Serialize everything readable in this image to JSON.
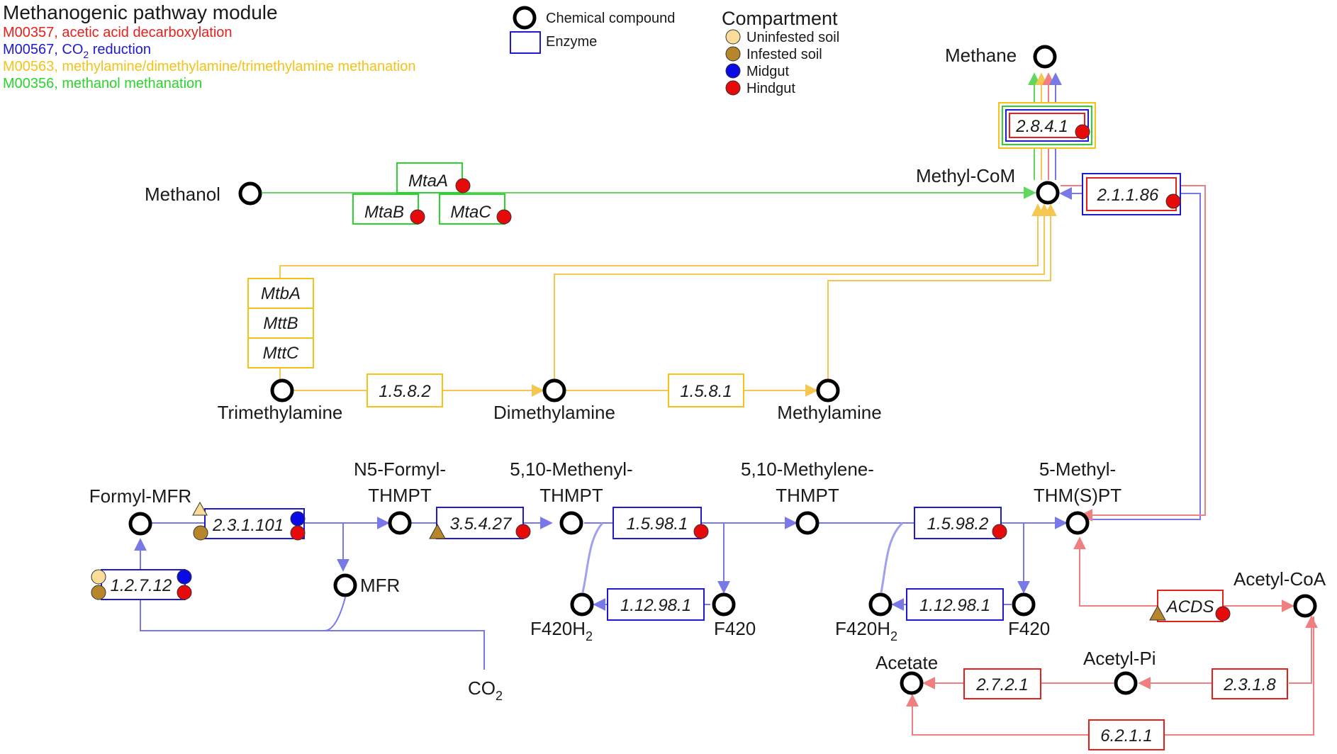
{
  "title": "Methanogenic pathway module",
  "modules": [
    {
      "text": "M00357, acetic acid decarboxylation",
      "color": "#e8201c"
    },
    {
      "text": "M00567, CO",
      "sub": "2",
      "tail": " reduction",
      "color": "#1f1ad0"
    },
    {
      "text": "M00563, methylamine/dimethylamine/trimethylamine methanation",
      "color": "#f4c218"
    },
    {
      "text": "M00356, methanol methanation",
      "color": "#2ad42a"
    }
  ],
  "legend_shapes": {
    "compound": "Chemical compound",
    "enzyme": "Enzyme"
  },
  "compartment": {
    "title": "Compartment",
    "items": [
      {
        "label": "Uninfested soil",
        "color": "#f8dc98"
      },
      {
        "label": "Infested soil",
        "color": "#b8862a"
      },
      {
        "label": "Midgut",
        "color": "#0a0ae6"
      },
      {
        "label": "Hindgut",
        "color": "#e60a0a"
      }
    ]
  },
  "compounds": {
    "methane": "Methane",
    "methyl_com": "Methyl-CoM",
    "methanol": "Methanol",
    "trimethylamine": "Trimethylamine",
    "dimethylamine": "Dimethylamine",
    "methylamine": "Methylamine",
    "formyl_mfr": "Formyl-MFR",
    "n5_formyl_1": "N5-Formyl-",
    "n5_formyl_2": "THMPT",
    "methenyl_1": "5,10-Methenyl-",
    "methenyl_2": "THMPT",
    "methylene_1": "5,10-Methylene-",
    "methylene_2": "THMPT",
    "methyl_thm_1": "5-Methyl-",
    "methyl_thm_2": "THM(S)PT",
    "mfr": "MFR",
    "co2": "CO",
    "co2_sub": "2",
    "f420h2": "F420H",
    "f420h2_sub": "2",
    "f420": "F420",
    "acetyl_coa": "Acetyl-CoA",
    "acetate": "Acetate",
    "acetyl_pi": "Acetyl-Pi"
  },
  "enzymes": {
    "e2841": "2.8.4.1",
    "e21186": "2.1.1.86",
    "mtaA": "MtaA",
    "mtaB": "MtaB",
    "mtaC": "MtaC",
    "mtbA": "MtbA",
    "mttB": "MttB",
    "mttC": "MttC",
    "e1582": "1.5.8.2",
    "e1581": "1.5.8.1",
    "e231101": "2.3.1.101",
    "e12712": "1.2.7.12",
    "e35427": "3.5.4.27",
    "e15981": "1.5.98.1",
    "e15982": "1.5.98.2",
    "e112981a": "1.12.98.1",
    "e112981b": "1.12.98.1",
    "acds": "ACDS",
    "e2721": "2.7.2.1",
    "e2318": "2.3.1.8",
    "e6211": "6.2.1.1"
  }
}
